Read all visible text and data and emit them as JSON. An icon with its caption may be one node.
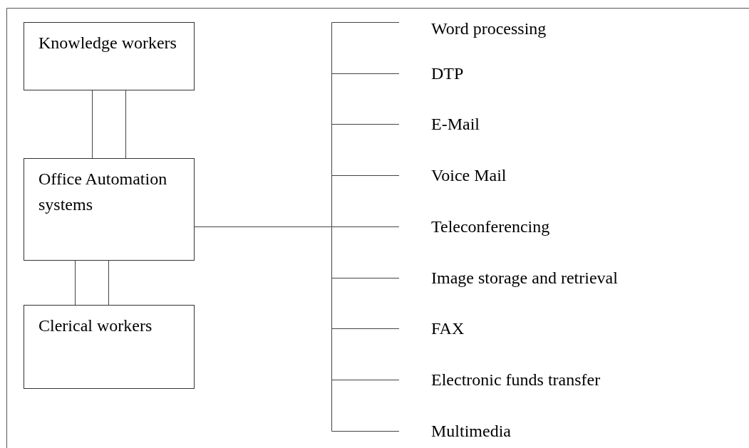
{
  "diagram": {
    "nodes": [
      {
        "text": [
          "Knowledge workers"
        ]
      },
      {
        "text": [
          "Office Automation systems"
        ]
      },
      {
        "text": [
          "Clerical workers"
        ]
      },
      {
        "text": [
          "Word processing"
        ]
      },
      {
        "text": [
          "DTP"
        ]
      },
      {
        "text": [
          "E-Mail"
        ]
      },
      {
        "text": [
          "Voice Mail"
        ]
      },
      {
        "text": [
          "Teleconferencing"
        ]
      },
      {
        "text": [
          "Image storage and retrieval"
        ]
      },
      {
        "text": [
          "FAX"
        ]
      },
      {
        "text": [
          "Electronic funds transfer"
        ]
      },
      {
        "text": [
          "Multimedia"
        ]
      }
    ],
    "edges": [
      {
        "from": 0,
        "to": 1,
        "arrow": "none"
      },
      {
        "from": 0,
        "to": 1,
        "arrow": "none"
      },
      {
        "from": 1,
        "to": 2,
        "arrow": "none"
      },
      {
        "from": 1,
        "to": 2,
        "arrow": "none"
      },
      {
        "from": 1,
        "to": 3,
        "arrow": "none"
      },
      {
        "from": 1,
        "to": 4,
        "arrow": "none"
      },
      {
        "from": 1,
        "to": 5,
        "arrow": "none"
      },
      {
        "from": 1,
        "to": 6,
        "arrow": "none"
      },
      {
        "from": 1,
        "to": 7,
        "arrow": "none"
      },
      {
        "from": 1,
        "to": 8,
        "arrow": "none"
      },
      {
        "from": 1,
        "to": 9,
        "arrow": "none"
      },
      {
        "from": 1,
        "to": 10,
        "arrow": "none"
      },
      {
        "from": 1,
        "to": 11,
        "arrow": "none"
      }
    ]
  }
}
